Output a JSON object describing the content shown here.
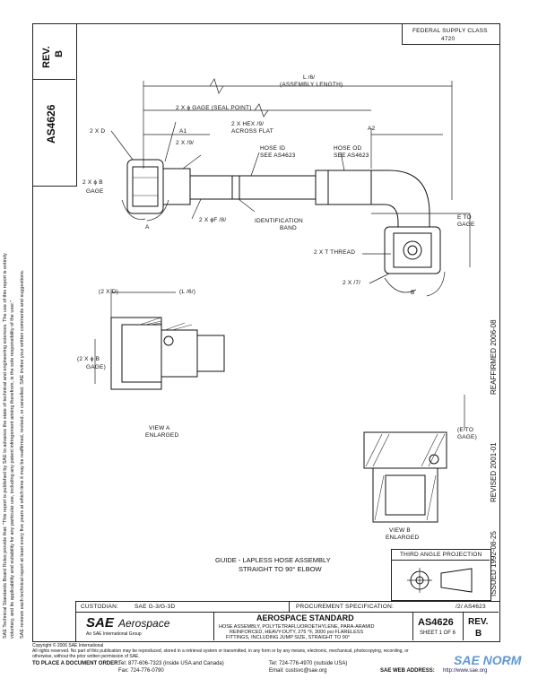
{
  "header": {
    "federal_supply_class": "FEDERAL SUPPLY CLASS",
    "fsc_number": "4720",
    "rev_label": "REV.",
    "rev_value": "B",
    "doc_number": "AS4626"
  },
  "side_notes": {
    "line1": "SAE Technical Standards Board Rules provide that: \"This report is published by SAE to advance the state of technical and engineering sciences. The use of this report is entirely",
    "line2": "voluntary, and its applicability and suitability for any particular use, including any patent infringement arising therefrom, is the sole responsibility of the user.\"",
    "line3": "SAE reviews each technical report at least every five years at which time it may be reaffirmed, revised, or cancelled. SAE invites your written comments and suggestions."
  },
  "history": {
    "issued": "ISSUED 1992-08-25",
    "revised": "REVISED 2001-01",
    "reaffirmed": "REAFFIRMED 2006-08"
  },
  "drawing_labels": {
    "l_assembly": "L /6/",
    "assembly_length": "(ASSEMBLY LENGTH)",
    "gage_seal": "2 X ϕ GAGE (SEAL POINT)",
    "two_x_d": "2 X D",
    "a1": "A1",
    "two_x_9": "2 X /9/",
    "hex": "2 X HEX /9/",
    "across_flat": "ACROSS FLAT",
    "hose_id": "HOSE ID",
    "see_id": "SEE AS4623",
    "hose_od": "HOSE OD",
    "see_od": "SEE AS4623",
    "a2": "A2",
    "two_x_b": "2 X ϕ B",
    "gage": "GAGE",
    "a": "A",
    "two_x_f": "2 X ϕF /8/",
    "identification": "IDENTIFICATION",
    "band": "BAND",
    "e_to": "E TO",
    "e_gage": "GAGE",
    "thread": "2 X T THREAD",
    "two_x_7": "2 X /7/",
    "b": "B",
    "two_x_d_b": "(2 X D)",
    "l_b": "(L /6/)",
    "two_x_b_b": "(2 X ϕ B",
    "gage_b": "GAGE)",
    "view_a": "VIEW A",
    "enlarged_a": "ENLARGED",
    "e_to_gage_b": "(E TO",
    "gage_paren": "GAGE)",
    "view_b": "VIEW B",
    "enlarged_b": "ENLARGED"
  },
  "drawing_title": {
    "line1": "GUIDE - LAPLESS HOSE ASSEMBLY",
    "line2": "STRAIGHT TO 90° ELBOW"
  },
  "projection": {
    "label": "THIRD ANGLE PROJECTION"
  },
  "title_block": {
    "custodian_label": "CUSTODIAN:",
    "custodian_value": "SAE G-3/G-3D",
    "procurement_label": "PROCUREMENT SPECIFICATION:",
    "procurement_value": "/2/ AS4623",
    "sae_brand": "SAE",
    "aerospace": "Aerospace",
    "intl_group": "An SAE International Group",
    "standard": "AEROSPACE STANDARD",
    "desc1": "HOSE ASSEMBLY, POLYTETRAFLUOROETHYLENE, PARA-ARAMID",
    "desc2": "REINFORCED, HEAVY-DUTY, 275 °F, 3000 psi FLARELESS",
    "desc3": "FITTINGS, INCLUDING JUMP SIZE, STRAIGHT TO 90°",
    "doc_number": "AS4626",
    "sheet": "SHEET 1 OF 6",
    "rev_label": "REV.",
    "rev_value": "B"
  },
  "footer": {
    "copyright": "Copyright © 2006 SAE International",
    "rights": "All rights reserved. No part of this publication may be reproduced, stored in a retrieval system or transmitted, in any form or by any means, electronic, mechanical, photocopying, recording, or",
    "rights2": "otherwise, without the prior written permission of SAE.",
    "order_label": "TO PLACE A DOCUMENT ORDER:",
    "tel1": "Tel:  877-606-7323 (inside USA and Canada)",
    "fax": "Fax:  724-776-0790",
    "tel2": "Tel:  724-776-4970 (outside USA)",
    "email": "Email:  custsvc@sae.org",
    "web_label": "SAE WEB ADDRESS:",
    "web": "http://www.sae.org",
    "watermark": "SAE NORM"
  }
}
